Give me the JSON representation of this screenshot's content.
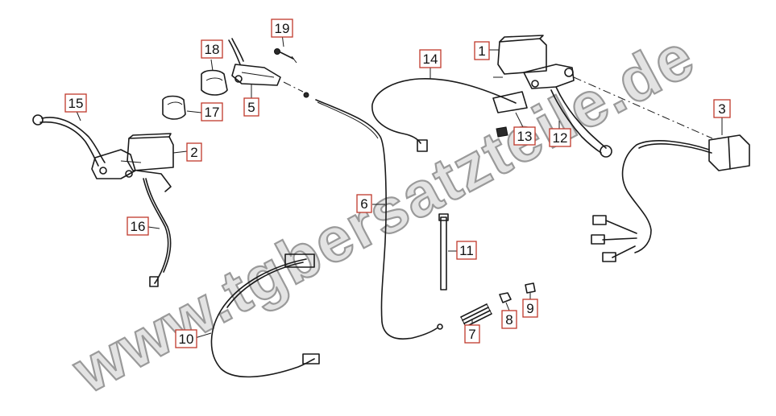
{
  "watermark": "www.tgbersatzteile.de",
  "labels": [
    "1",
    "2",
    "3",
    "5",
    "6",
    "7",
    "8",
    "9",
    "10",
    "11",
    "12",
    "13",
    "14",
    "15",
    "16",
    "17",
    "18",
    "19"
  ],
  "colors": {
    "label_border": "#c0392b",
    "ink": "#1a1a1a",
    "watermark_fill": "#e3e3e3"
  }
}
